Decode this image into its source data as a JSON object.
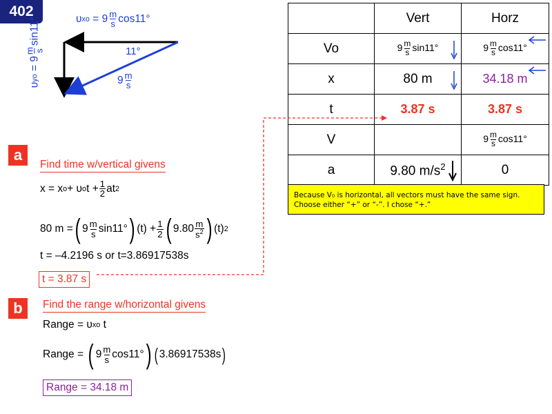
{
  "slide_number": "402",
  "diagram": {
    "vxo_label": "υ",
    "vxo_sub": "xo",
    "vxo_expr": "= 9",
    "vxo_unit_num": "m",
    "vxo_unit_den": "s",
    "vxo_tail": "cos11°",
    "angle": "11°",
    "v_mag": "9",
    "v_unit_num": "m",
    "v_unit_den": "s",
    "vyo_label": "υ",
    "vyo_sub": "yo",
    "vyo_expr": "= 9",
    "vyo_unit_num": "m",
    "vyo_unit_den": "s",
    "vyo_tail": "sin11°"
  },
  "table": {
    "header": [
      "",
      "Vert",
      "Horz"
    ],
    "rows": [
      {
        "label": "Vo",
        "vert_a": "9",
        "vert_num": "m",
        "vert_den": "s",
        "vert_b": "sin11°",
        "horz_a": "9",
        "horz_num": "m",
        "horz_den": "s",
        "horz_b": "cos11°"
      },
      {
        "label": "x",
        "vert": "80 m",
        "horz": "34.18 m"
      },
      {
        "label": "t",
        "vert": "3.87 s",
        "horz": "3.87 s"
      },
      {
        "label": "V",
        "vert": "",
        "horz_a": "9",
        "horz_num": "m",
        "horz_den": "s",
        "horz_b": "cos11°"
      },
      {
        "label": "a",
        "vert": "9.80 m/s",
        "vert_sup": "2",
        "horz": "0"
      }
    ]
  },
  "note": "Because V₀ is horizontal, all vectors must have the same sign. Choose either “+” or “-”.  I chose “+.”",
  "part_a": {
    "badge": "a",
    "heading": "Find time w/vertical givens",
    "eq1": {
      "lhs": "x = x",
      "sub_o": "o",
      "mid": " + υ",
      "sub_o2": "o",
      "t": "t + ",
      "half_num": "1",
      "half_den": "2",
      "tail": "at",
      "sup": "2"
    },
    "eq2": {
      "lhs": "80 m =",
      "a": "9",
      "u_num": "m",
      "u_den": "s",
      "b": "sin11°",
      "c": "(t) + ",
      "half_num": "1",
      "half_den": "2",
      "d": "9.80",
      "g_num": "m",
      "g_den": "s",
      "g_den_sup": "2",
      "e": "(t)",
      "sup": "2"
    },
    "eq3": "t = –4.2196  s or t=3.86917538s",
    "answer": "t = 3.87 s"
  },
  "part_b": {
    "badge": "b",
    "heading": "Find the range w/horizontal givens",
    "eq1_lhs": "Range = υ",
    "eq1_sub": "xo",
    "eq1_tail": "t",
    "eq2_lhs": "Range =",
    "eq2_a": "9",
    "eq2_num": "m",
    "eq2_den": "s",
    "eq2_b": "cos11°",
    "eq2_c": "3.86917538s",
    "answer": "Range = 34.18 m"
  }
}
